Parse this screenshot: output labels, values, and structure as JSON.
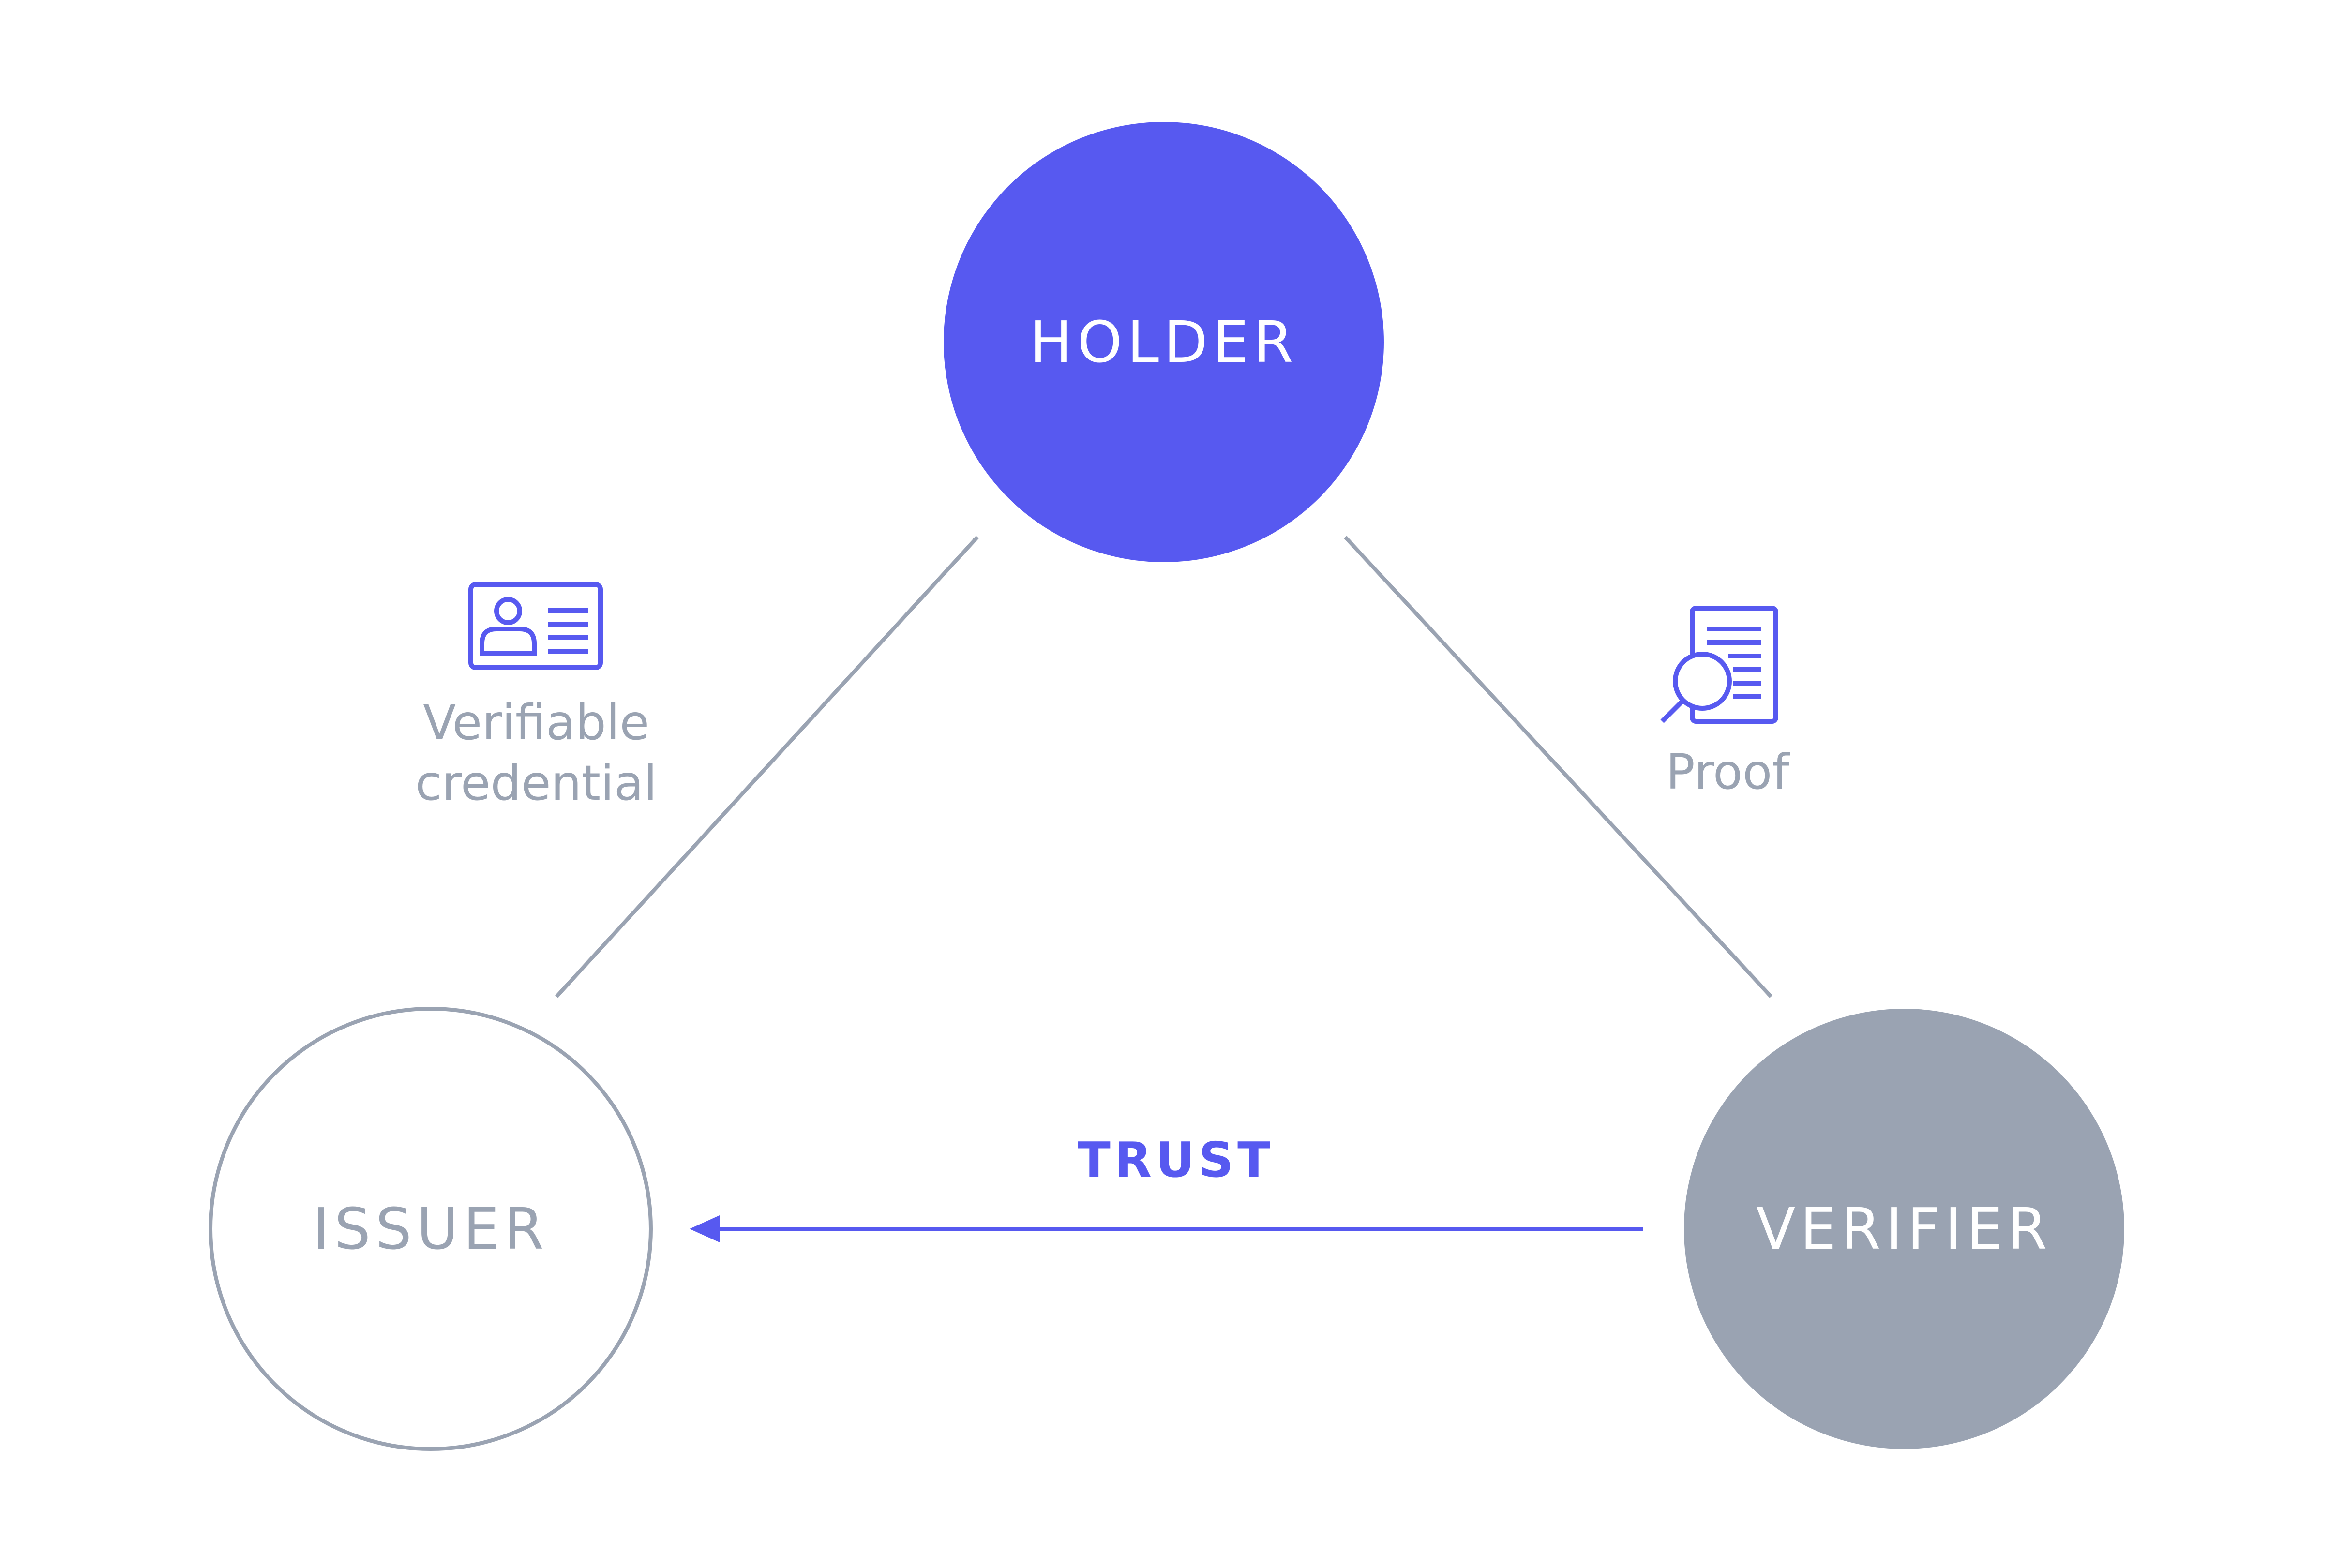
{
  "colors": {
    "accent": "#5759F0",
    "muted": "#9AA3B2",
    "white": "#FFFFFF",
    "background": "#FFFFFF"
  },
  "nodes": {
    "holder": {
      "label": "HOLDER"
    },
    "issuer": {
      "label": "ISSUER"
    },
    "verifier": {
      "label": "VERIFIER"
    }
  },
  "edges": {
    "issuer_to_holder": {
      "label_line1": "Verifiable",
      "label_line2": "credential",
      "icon": "id-card-icon"
    },
    "holder_to_verifier": {
      "label": "Proof",
      "icon": "document-search-icon"
    },
    "verifier_to_issuer": {
      "label": "TRUST"
    }
  }
}
